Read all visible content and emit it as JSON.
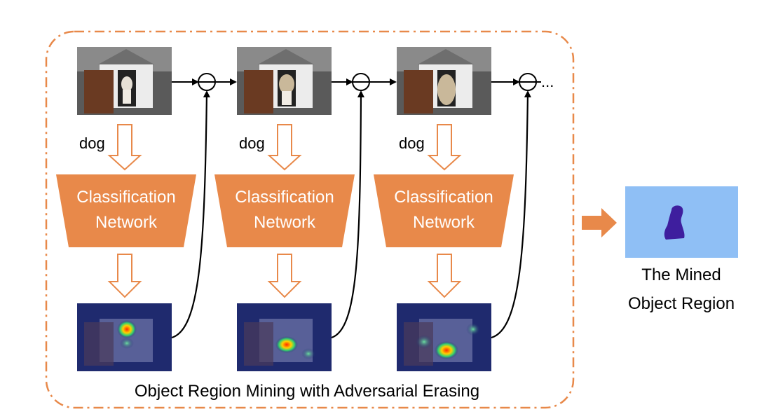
{
  "stages": [
    {
      "class_label": "dog",
      "network_line1": "Classification",
      "network_line2": "Network",
      "erased": false
    },
    {
      "class_label": "dog",
      "network_line1": "Classification",
      "network_line2": "Network",
      "erased": true
    },
    {
      "class_label": "dog",
      "network_line1": "Classification",
      "network_line2": "Network",
      "erased": true
    }
  ],
  "continuation": "...",
  "caption": "Object Region Mining with Adversarial Erasing",
  "result": {
    "line1": "The Mined",
    "line2": "Object Region"
  },
  "colors": {
    "accent": "#E8894A",
    "network_fill": "#E8894A",
    "network_text": "#ffffff",
    "arrow_fill": "#ffffff",
    "result_bg": "#8FBFF5",
    "result_mask": "#3E1E9E",
    "heatmap_bg": "#1f2a6e",
    "photo_bg": "#5a5a5a"
  },
  "icons": {
    "subtract": "circled-minus-icon",
    "down_arrow": "hollow-down-arrow-icon",
    "result_arrow": "solid-right-arrow-icon"
  }
}
